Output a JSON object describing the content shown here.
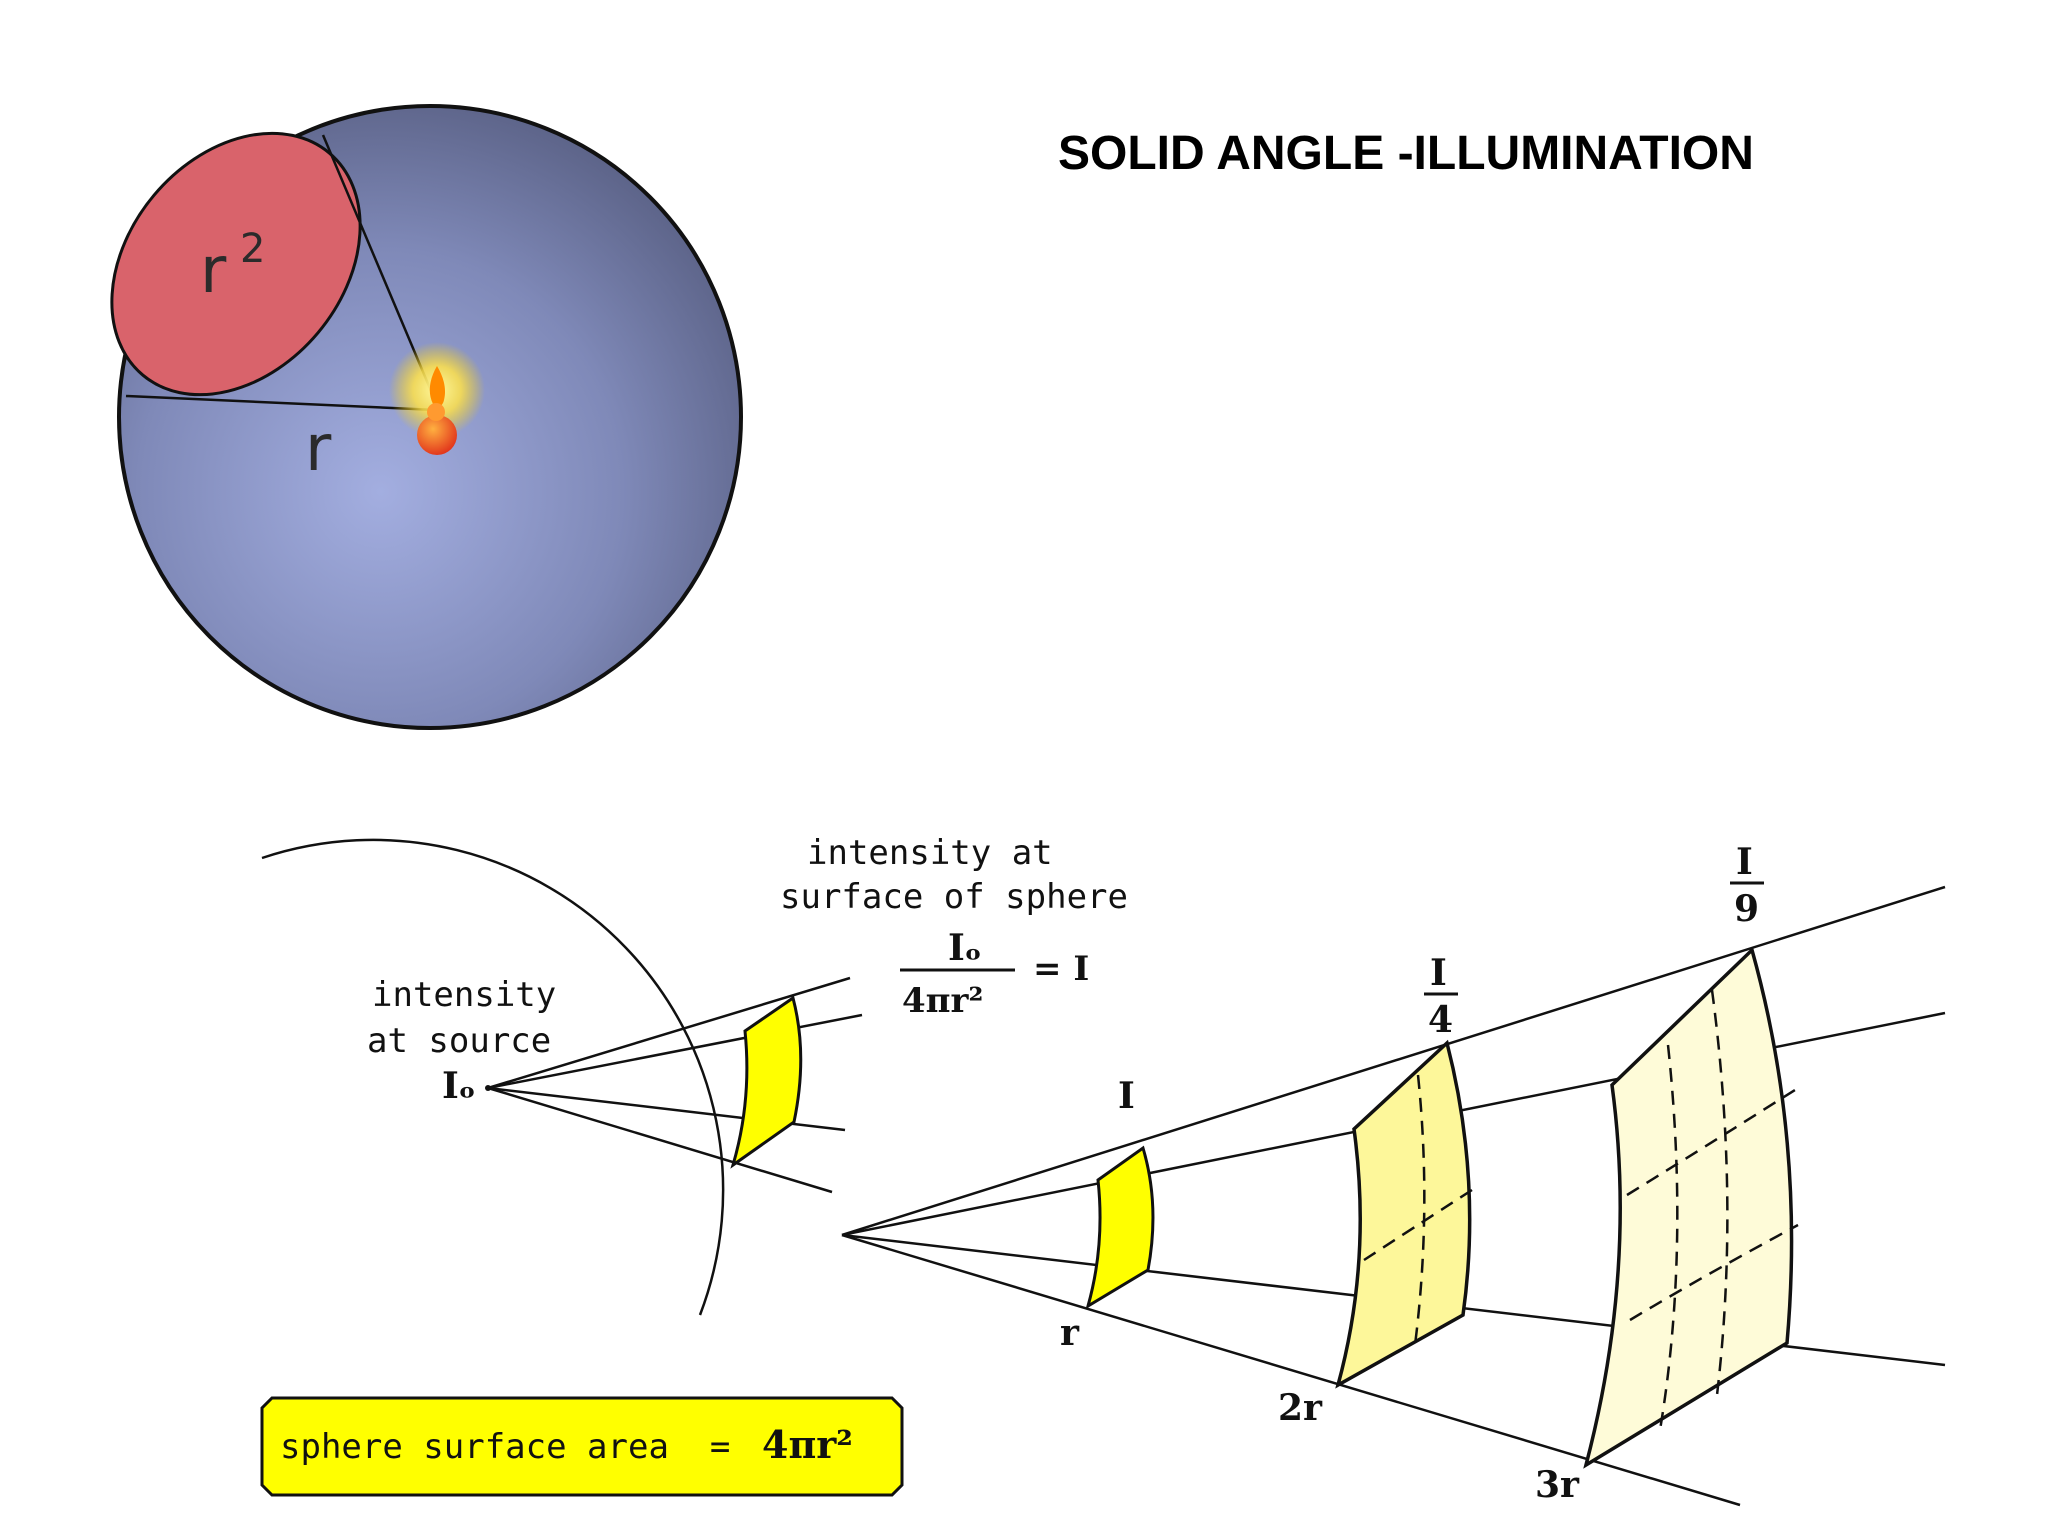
{
  "title": "SOLID ANGLE -ILLUMINATION",
  "sphere_figure": {
    "cap_label_base": "r",
    "cap_label_exp": "2",
    "radius_label": "r"
  },
  "inverse_square_figure": {
    "source_label_line1": "intensity",
    "source_label_line2": "at source",
    "source_symbol": "Iₒ",
    "surface_label_line1": "intensity at",
    "surface_label_line2": "surface of sphere",
    "formula_numerator": "Iₒ",
    "formula_denominator": "4πr²",
    "formula_result": "= I",
    "patch1_intensity": "I",
    "patch2_num": "I",
    "patch2_den": "4",
    "patch3_num": "I",
    "patch3_den": "9",
    "dist1": "r",
    "dist2": "2r",
    "dist3": "3r",
    "area_box_label": "sphere surface area  =",
    "area_box_formula": "4πr²"
  },
  "colors": {
    "sphere": "#7f89b8",
    "cap": "#d9636b",
    "patch_bright": "#ffff00",
    "patch_light": "#fdf79a",
    "patch_pale": "#fefbd8",
    "area_box": "#ffff00"
  }
}
